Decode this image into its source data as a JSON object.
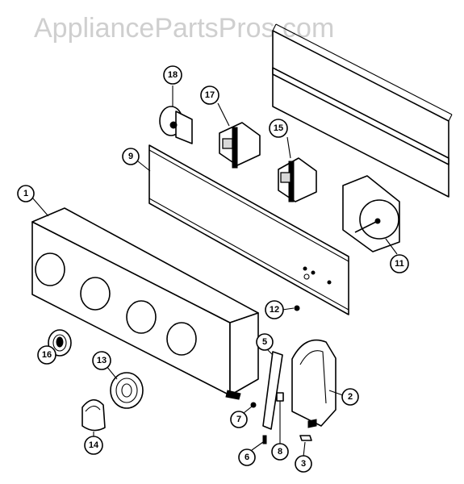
{
  "watermark": "AppliancePartsPros.com",
  "callouts": [
    {
      "id": "1",
      "label": "1"
    },
    {
      "id": "2",
      "label": "2"
    },
    {
      "id": "3",
      "label": "3"
    },
    {
      "id": "5",
      "label": "5"
    },
    {
      "id": "6",
      "label": "6"
    },
    {
      "id": "7",
      "label": "7"
    },
    {
      "id": "8",
      "label": "8"
    },
    {
      "id": "9",
      "label": "9"
    },
    {
      "id": "11",
      "label": "11"
    },
    {
      "id": "12",
      "label": "12"
    },
    {
      "id": "13",
      "label": "13"
    },
    {
      "id": "14",
      "label": "14"
    },
    {
      "id": "15",
      "label": "15"
    },
    {
      "id": "16",
      "label": "16"
    },
    {
      "id": "17",
      "label": "17"
    },
    {
      "id": "18",
      "label": "18"
    }
  ]
}
